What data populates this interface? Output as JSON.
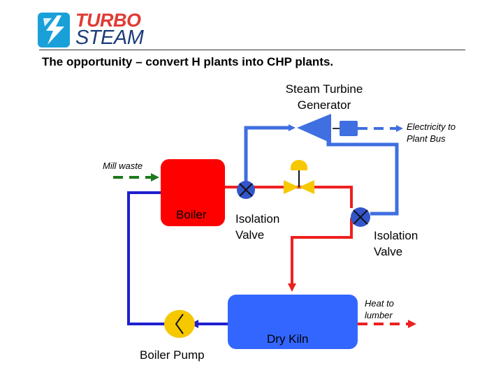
{
  "logo": {
    "line1": "TURBO",
    "line2": "STEAM",
    "icon": "lightning-s-icon"
  },
  "title": "The opportunity – convert H plants into CHP plants.",
  "labels": {
    "steam_turbine_line1": "Steam Turbine",
    "steam_turbine_line2": "Generator",
    "electricity_line1": "Electricity to",
    "electricity_line2": "Plant Bus",
    "mill_waste": "Mill waste",
    "boiler": "Boiler",
    "isolation_valve_1_line1": "Isolation",
    "isolation_valve_1_line2": "Valve",
    "isolation_valve_2_line1": "Isolation",
    "isolation_valve_2_line2": "Valve",
    "heat_line1": "Heat to",
    "heat_line2": "lumber",
    "dry_kiln": "Dry Kiln",
    "boiler_pump": "Boiler Pump"
  },
  "colors": {
    "steam_blue": "#3f6fe0",
    "hot_red": "#ee2020",
    "return_blue": "#1f1fcf",
    "waste_green": "#1c7a1c",
    "boiler_red": "#ff0000",
    "kiln_blue": "#3366ff",
    "valve_blue": "#3355cc",
    "turbine_blue": "#3f6fe0",
    "pump_yellow": "#f6c800",
    "logo_red": "#e03a33",
    "logo_navy": "#1c3c78",
    "logo_cyan": "#1aa0d8"
  }
}
